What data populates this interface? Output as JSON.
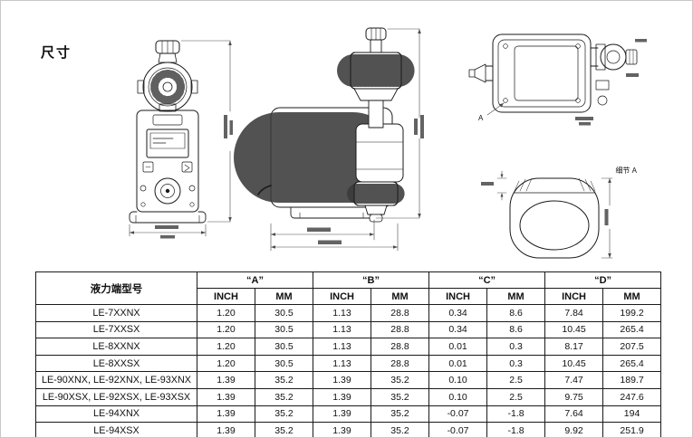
{
  "page": {
    "title": "尺寸"
  },
  "drawings": {
    "pointer_label": "A",
    "detail_label": "细节 A"
  },
  "table": {
    "model_header": "液力端型号",
    "dim_headers": [
      "“A”",
      "“B”",
      "“C”",
      "“D”"
    ],
    "unit_inch": "INCH",
    "unit_mm": "MM",
    "rows": [
      {
        "model": "LE-7XXNX",
        "values": [
          "1.20",
          "30.5",
          "1.13",
          "28.8",
          "0.34",
          "8.6",
          "7.84",
          "199.2"
        ]
      },
      {
        "model": "LE-7XXSX",
        "values": [
          "1.20",
          "30.5",
          "1.13",
          "28.8",
          "0.34",
          "8.6",
          "10.45",
          "265.4"
        ]
      },
      {
        "model": "LE-8XXNX",
        "values": [
          "1.20",
          "30.5",
          "1.13",
          "28.8",
          "0.01",
          "0.3",
          "8.17",
          "207.5"
        ]
      },
      {
        "model": "LE-8XXSX",
        "values": [
          "1.20",
          "30.5",
          "1.13",
          "28.8",
          "0.01",
          "0.3",
          "10.45",
          "265.4"
        ]
      },
      {
        "model": "LE-90XNX, LE-92XNX, LE-93XNX",
        "values": [
          "1.39",
          "35.2",
          "1.39",
          "35.2",
          "0.10",
          "2.5",
          "7.47",
          "189.7"
        ]
      },
      {
        "model": "LE-90XSX, LE-92XSX, LE-93XSX",
        "values": [
          "1.39",
          "35.2",
          "1.39",
          "35.2",
          "0.10",
          "2.5",
          "9.75",
          "247.6"
        ]
      },
      {
        "model": "LE-94XNX",
        "values": [
          "1.39",
          "35.2",
          "1.39",
          "35.2",
          "-0.07",
          "-1.8",
          "7.64",
          "194"
        ]
      },
      {
        "model": "LE-94XSX",
        "values": [
          "1.39",
          "35.2",
          "1.39",
          "35.2",
          "-0.07",
          "-1.8",
          "9.92",
          "251.9"
        ]
      }
    ]
  }
}
